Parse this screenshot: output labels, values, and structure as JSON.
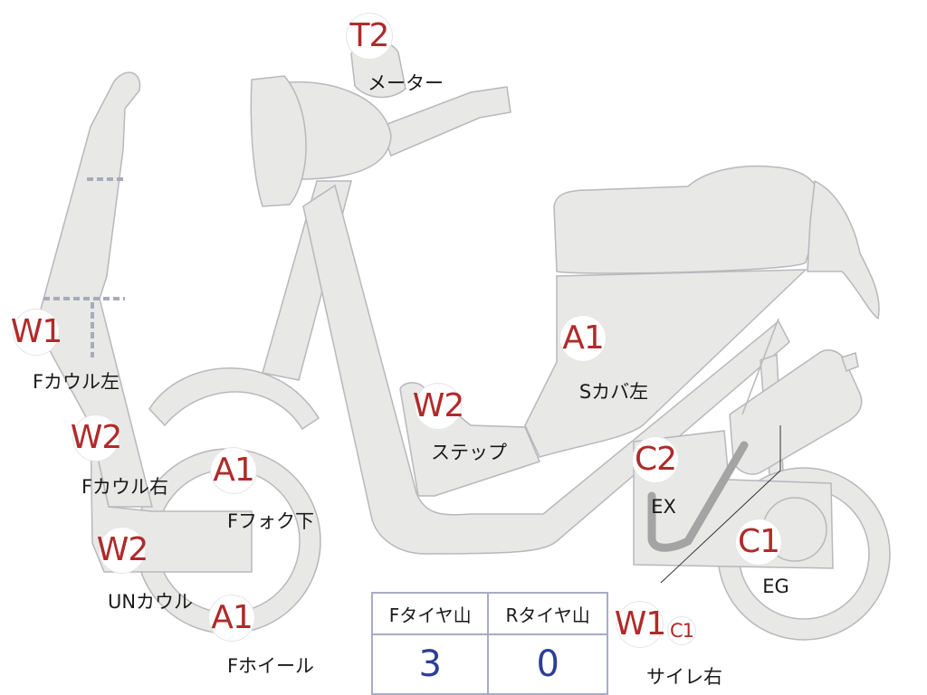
{
  "markers": [
    {
      "id": "meter",
      "code": "T2",
      "label": "メーター"
    },
    {
      "id": "f-cowl-left",
      "code": "W1",
      "label": "Fカウル左"
    },
    {
      "id": "f-cowl-right",
      "code": "W2",
      "label": "Fカウル右"
    },
    {
      "id": "un-cowl",
      "code": "W2",
      "label": "UNカウル"
    },
    {
      "id": "f-fork-lower",
      "code": "A1",
      "label": "Fフォク下"
    },
    {
      "id": "f-wheel",
      "code": "A1",
      "label": "Fホイール"
    },
    {
      "id": "step",
      "code": "W2",
      "label": "ステップ"
    },
    {
      "id": "s-cover-left",
      "code": "A1",
      "label": "Sカバ左"
    },
    {
      "id": "ex",
      "code": "C2",
      "label": "EX"
    },
    {
      "id": "eg",
      "code": "C1",
      "label": "EG"
    },
    {
      "id": "silencer-right",
      "code": "W1",
      "code2": "C1",
      "label": "サイレ右"
    }
  ],
  "tire_table": {
    "headers": [
      "Fタイヤ山",
      "Rタイヤ山"
    ],
    "values": [
      "3",
      "0"
    ]
  },
  "colors": {
    "marker_text": "#b02a2a",
    "value_text": "#2c3f95",
    "table_border": "#a9acc4",
    "body_fill": "#e8e8e6",
    "body_stroke": "#b8b8bd"
  }
}
